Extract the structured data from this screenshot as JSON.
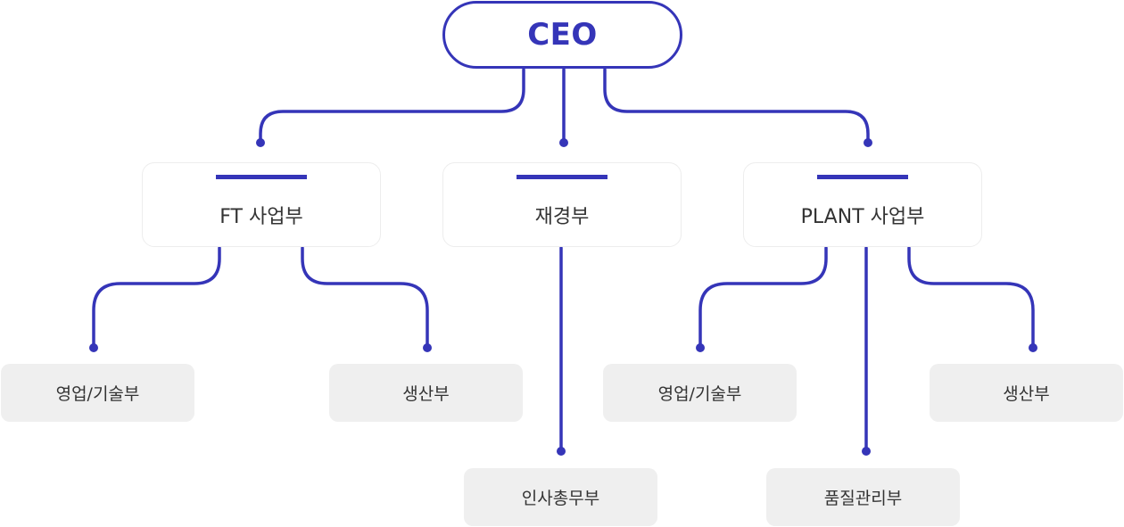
{
  "colors": {
    "accent": "#3535b8",
    "dept_border": "#ededed",
    "team_background": "#efefef",
    "text": "#333333"
  },
  "ceo": {
    "label": "CEO"
  },
  "departments": [
    {
      "label": "FT 사업부"
    },
    {
      "label": "재경부"
    },
    {
      "label": "PLANT 사업부"
    }
  ],
  "teams": {
    "ft_sales": {
      "label": "영업/기술부"
    },
    "ft_production": {
      "label": "생산부"
    },
    "finance_hr": {
      "label": "인사총무부"
    },
    "plant_sales": {
      "label": "영업/기술부"
    },
    "plant_quality": {
      "label": "품질관리부"
    },
    "plant_production": {
      "label": "생산부"
    }
  }
}
